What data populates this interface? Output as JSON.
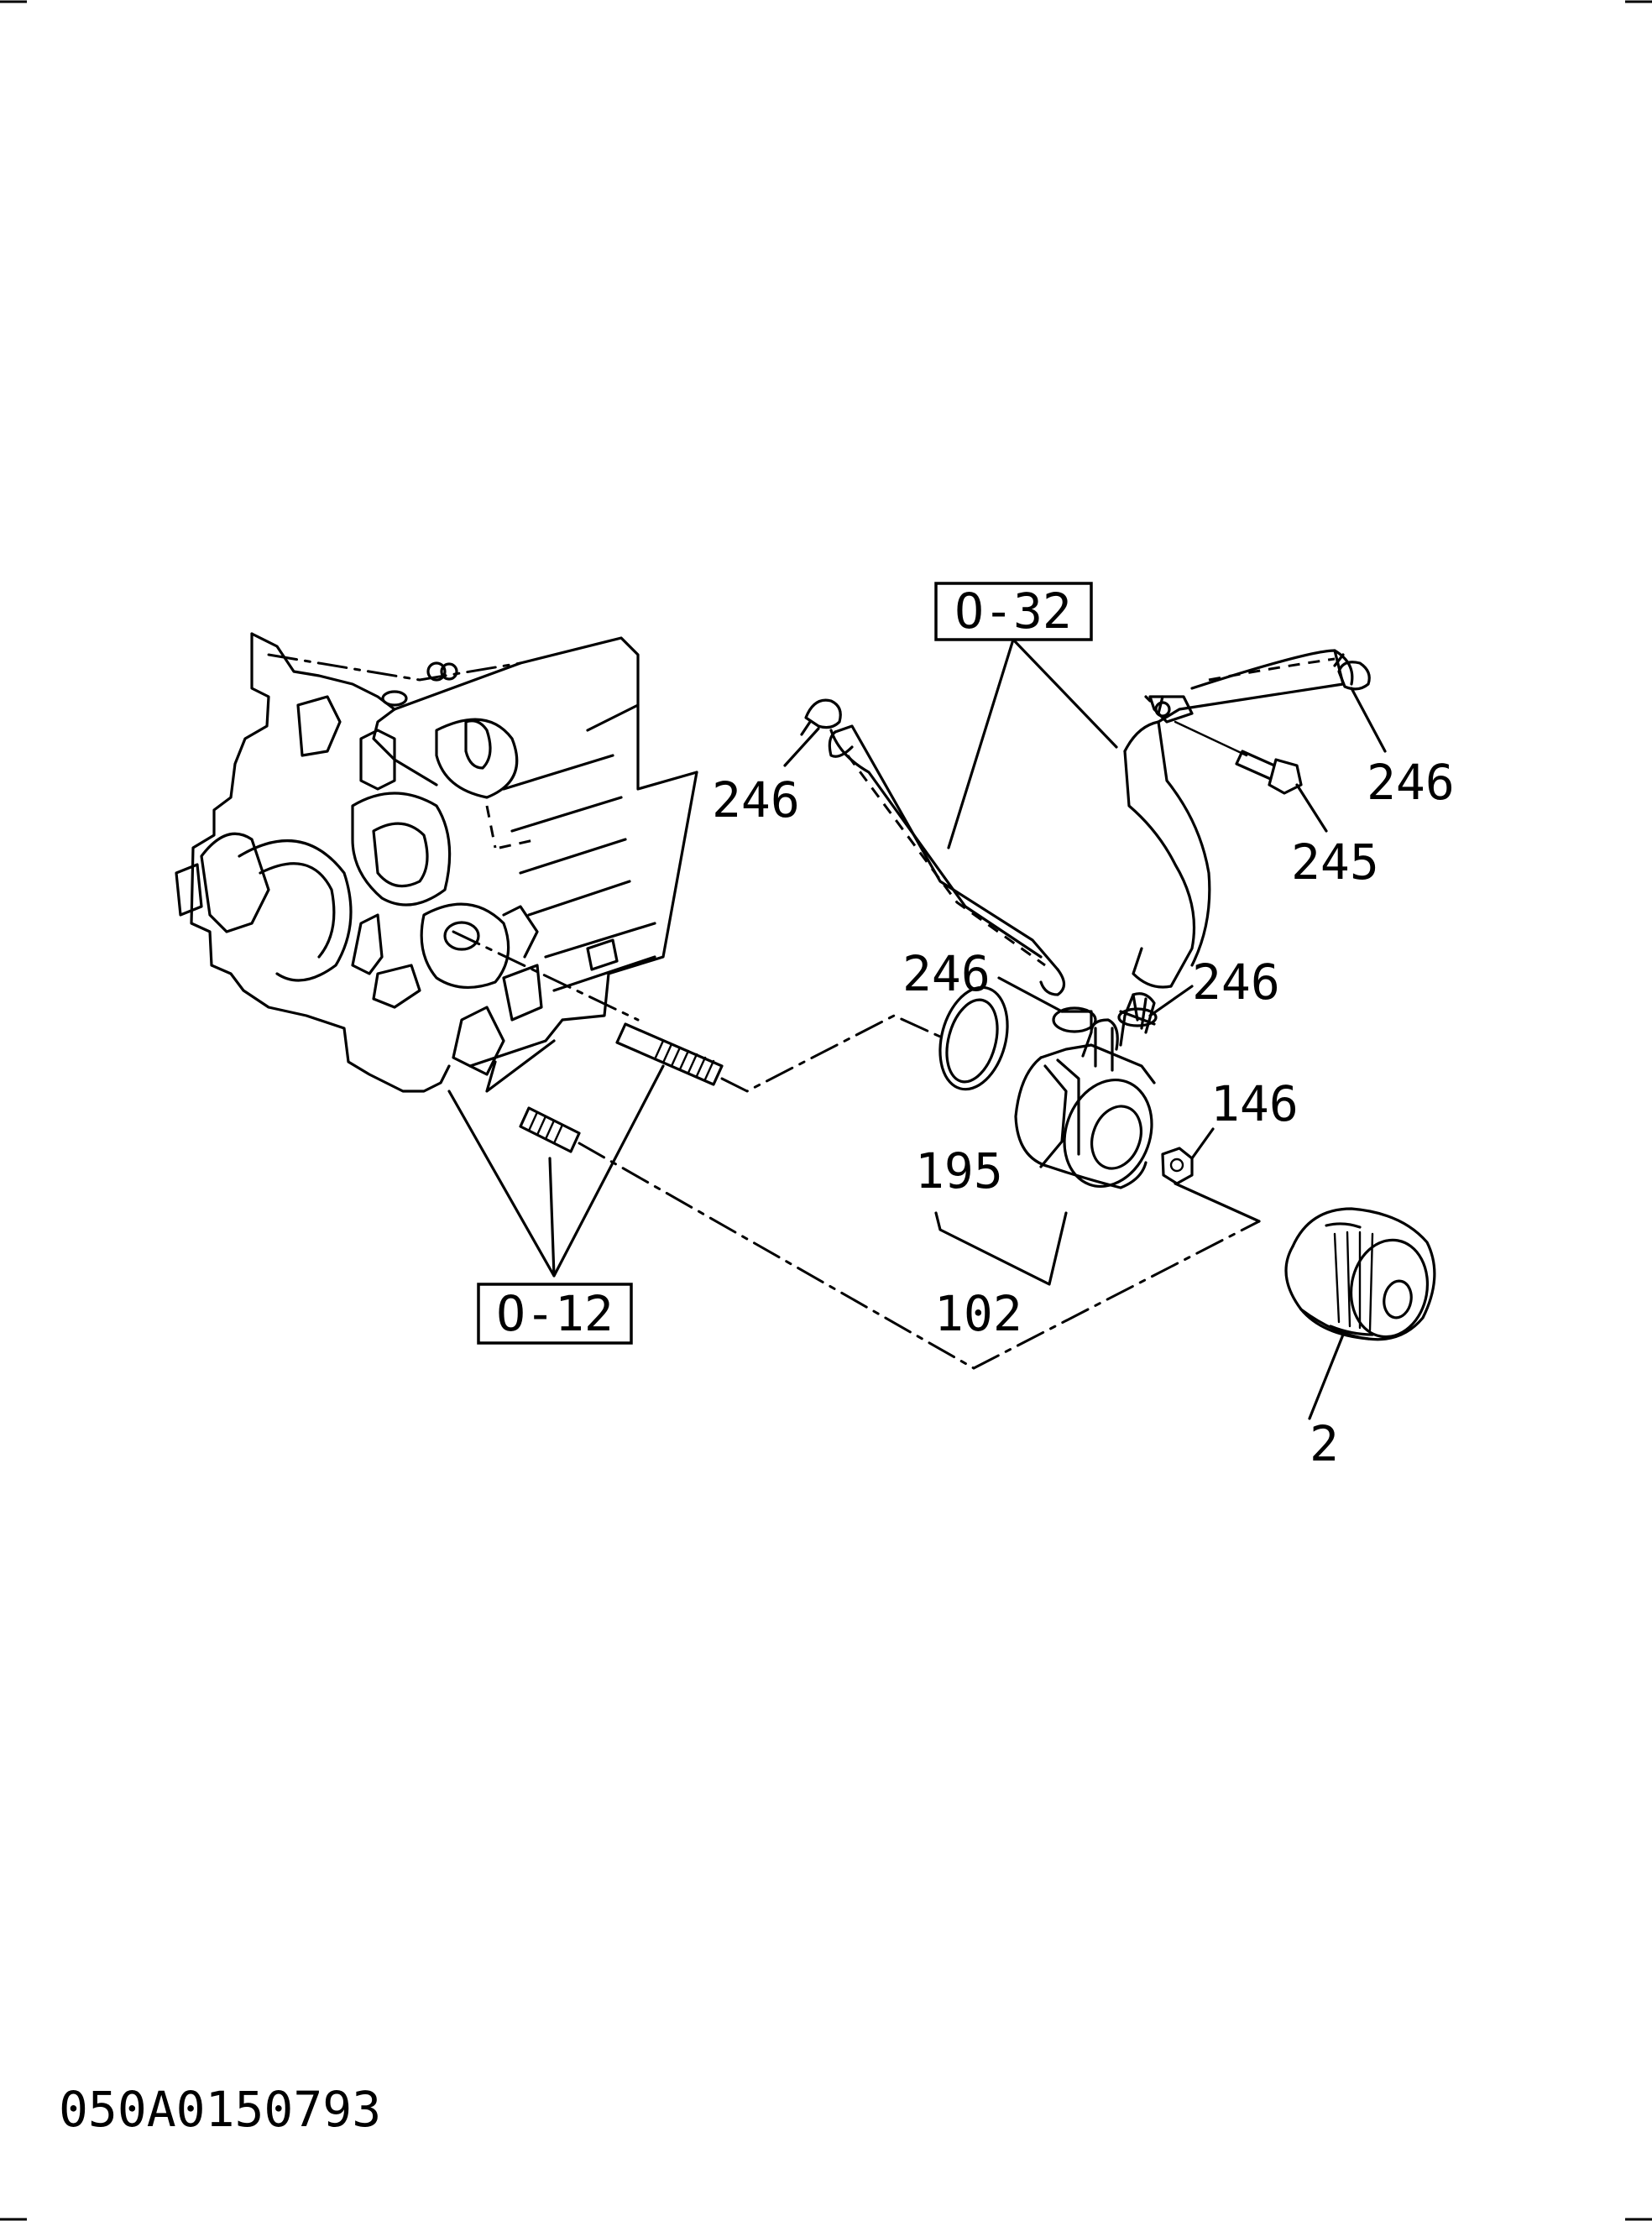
{
  "references": {
    "ref_0_32": "O-32",
    "ref_0_12": "O-12"
  },
  "callouts": {
    "hose_clamp_upper_left": "246",
    "hose_clamp_upper_right": "246",
    "bolt": "245",
    "clamp_mid_left": "246",
    "clamp_mid_right": "246",
    "nut": "146",
    "gasket": "195",
    "oil_cooler_assembly": "102",
    "oil_filter": "2"
  },
  "drawing_number": "050A0150793"
}
